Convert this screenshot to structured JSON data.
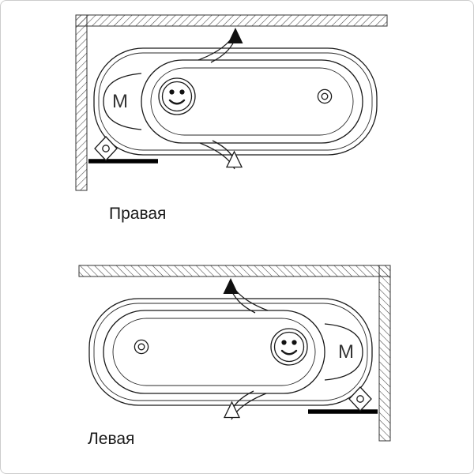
{
  "diagrams": {
    "right": {
      "label": "Правая",
      "headrest_label": "M"
    },
    "left": {
      "label": "Левая",
      "headrest_label": "M"
    }
  },
  "colors": {
    "line": "#1a1a1a",
    "hatch": "#444444",
    "background": "#ffffff",
    "border": "#cccccc",
    "drain_shade": "#ececec",
    "arrow_fill": "#101010"
  }
}
